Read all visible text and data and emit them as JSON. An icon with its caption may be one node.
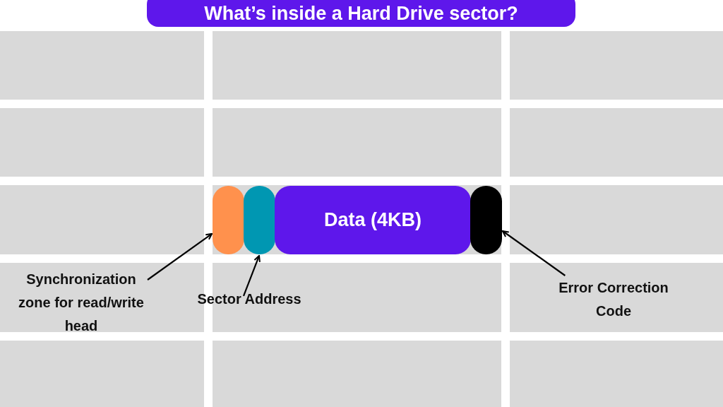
{
  "diagram": {
    "title": "What’s inside a Hard Drive sector?",
    "nodes": [
      {
        "text": [],
        "shape": "bar"
      },
      {
        "text": [],
        "shape": "bar"
      },
      {
        "text": [
          "Data (4KB)"
        ]
      },
      {
        "text": [],
        "shape": "bar"
      },
      {
        "text": [
          "Synchronization zone for read/write head"
        ]
      },
      {
        "text": [
          "Sector Address"
        ]
      },
      {
        "text": [
          "Error Correction Code"
        ]
      }
    ],
    "edges": [
      {
        "from": 4,
        "to": 0,
        "arrow": "to"
      },
      {
        "from": 5,
        "to": 1,
        "arrow": "to"
      },
      {
        "from": 6,
        "to": 3,
        "arrow": "to"
      }
    ]
  }
}
